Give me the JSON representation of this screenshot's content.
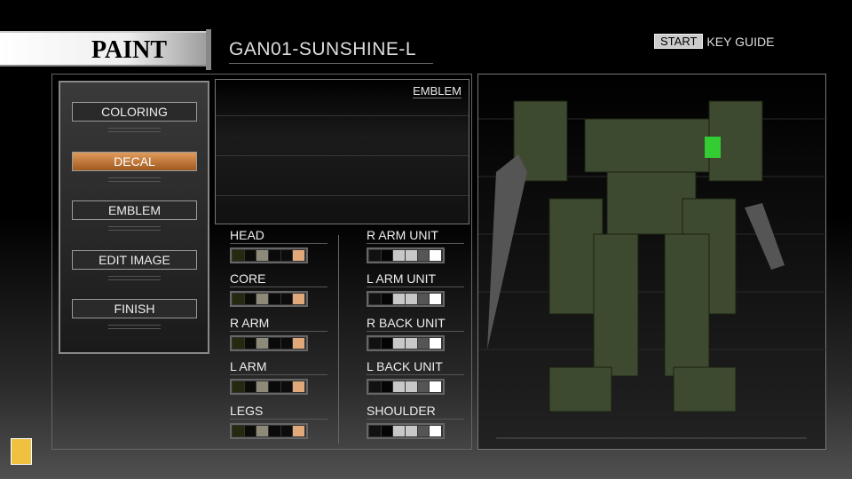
{
  "header": {
    "title": "PAINT",
    "mech_name": "GAN01-SUNSHINE-L",
    "start_key": "START",
    "key_guide": "KEY GUIDE"
  },
  "menu": [
    {
      "label": "COLORING",
      "selected": false
    },
    {
      "label": "DECAL",
      "selected": true
    },
    {
      "label": "EMBLEM",
      "selected": false
    },
    {
      "label": "EDIT IMAGE",
      "selected": false
    },
    {
      "label": "FINISH",
      "selected": false
    }
  ],
  "emblem_label": "EMBLEM",
  "left_parts": [
    {
      "label": "HEAD"
    },
    {
      "label": "CORE"
    },
    {
      "label": "R ARM"
    },
    {
      "label": "L ARM"
    },
    {
      "label": "LEGS"
    }
  ],
  "right_parts": [
    {
      "label": "R ARM UNIT"
    },
    {
      "label": "L ARM UNIT"
    },
    {
      "label": "R BACK UNIT"
    },
    {
      "label": "L BACK UNIT"
    },
    {
      "label": "SHOULDER"
    }
  ],
  "colors": {
    "frame_swatches": [
      "#232a10",
      "#0b0c08",
      "#8e8a7a",
      "#0a0a0a",
      "#0c0c0c",
      "#e1a87a"
    ],
    "weapon_swatches": [
      "#111111",
      "#050505",
      "#c8c8c8",
      "#c8c8c8",
      "#555555",
      "#ffffff"
    ],
    "accent": "#c0783a"
  }
}
